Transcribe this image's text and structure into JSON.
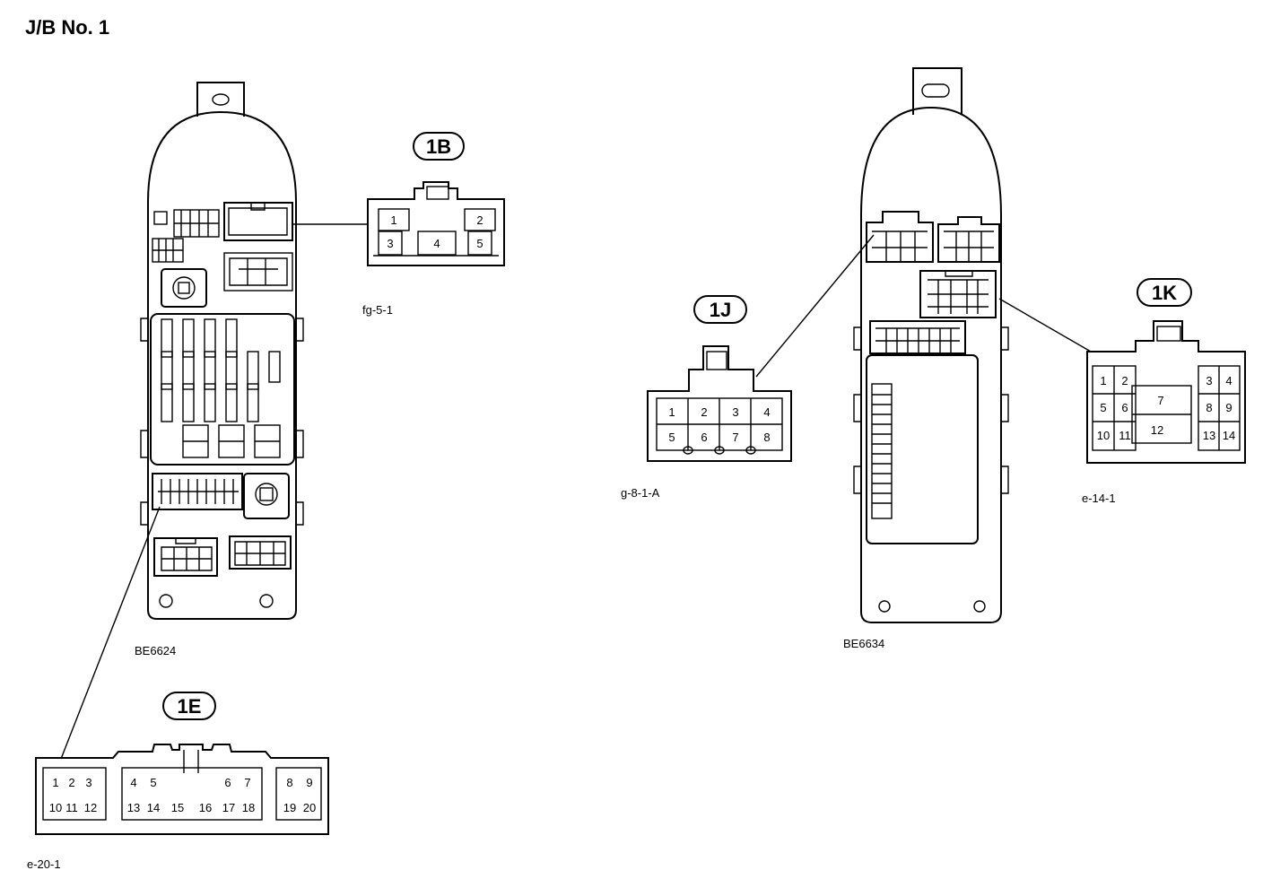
{
  "title": "J/B No. 1",
  "blocks": [
    {
      "code": "BE6624"
    },
    {
      "code": "BE6634"
    }
  ],
  "connectors": [
    {
      "tag": "1B",
      "ref": "fg-5-1",
      "pins": [
        "1",
        "2",
        "3",
        "4",
        "5"
      ]
    },
    {
      "tag": "1E",
      "ref": "e-20-1",
      "pins": [
        "1",
        "2",
        "3",
        "4",
        "5",
        "6",
        "7",
        "8",
        "9",
        "10",
        "11",
        "12",
        "13",
        "14",
        "15",
        "16",
        "17",
        "18",
        "19",
        "20"
      ]
    },
    {
      "tag": "1J",
      "ref": "g-8-1-A",
      "pins": [
        "1",
        "2",
        "3",
        "4",
        "5",
        "6",
        "7",
        "8"
      ]
    },
    {
      "tag": "1K",
      "ref": "e-14-1",
      "pins": [
        "1",
        "2",
        "3",
        "4",
        "5",
        "6",
        "7",
        "8",
        "9",
        "10",
        "11",
        "12",
        "13",
        "14"
      ]
    }
  ]
}
